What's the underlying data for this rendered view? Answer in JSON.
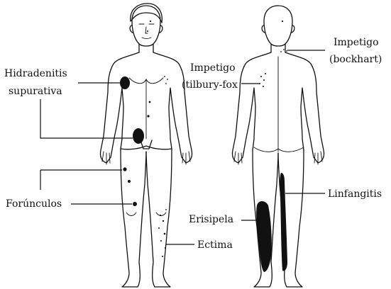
{
  "labels": {
    "hidradenitis_line1": "Hidradenitis",
    "hidradenitis_line2": "supurativa",
    "foruncolos": "Forúnculos",
    "impetigo_tilbury_line1": "Impetigo",
    "impetigo_tilbury_line2": "(tilbury-fox",
    "impetigo_bockhart_line1": "Impetigo",
    "impetigo_bockhart_line2": "(bockhart)",
    "linfangitis": "Linfangitis",
    "erisipela": "Erisipela",
    "ectima": "Ectima"
  },
  "colors": {
    "ink": "#111111",
    "background": "#ffffff"
  }
}
